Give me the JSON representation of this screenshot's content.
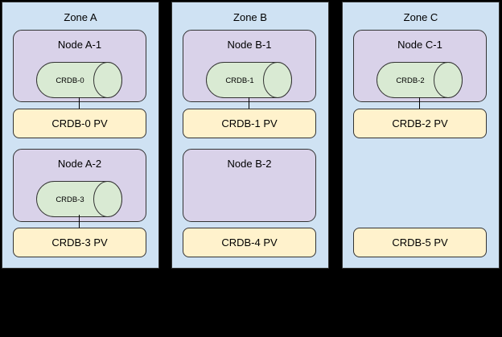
{
  "diagram": {
    "background_color": "#000000",
    "zone_fill": "#cfe2f3",
    "node_fill": "#d9d2e9",
    "db_fill": "#d9ead3",
    "pv_fill": "#fff2cc",
    "outline_color": "#333333",
    "text_color": "#000000"
  },
  "zones": [
    {
      "label": "Zone A",
      "node1": {
        "label": "Node A-1",
        "db": "CRDB-0"
      },
      "pv1": {
        "label": "CRDB-0 PV"
      },
      "node2": {
        "label": "Node A-2",
        "db": "CRDB-3"
      },
      "pv2": {
        "label": "CRDB-3 PV"
      }
    },
    {
      "label": "Zone B",
      "node1": {
        "label": "Node B-1",
        "db": "CRDB-1"
      },
      "pv1": {
        "label": "CRDB-1 PV"
      },
      "node2": {
        "label": "Node B-2"
      },
      "pv2": {
        "label": "CRDB-4 PV"
      }
    },
    {
      "label": "Zone C",
      "node1": {
        "label": "Node C-1",
        "db": "CRDB-2"
      },
      "pv1": {
        "label": "CRDB-2 PV"
      },
      "pv2": {
        "label": "CRDB-5 PV"
      }
    }
  ]
}
